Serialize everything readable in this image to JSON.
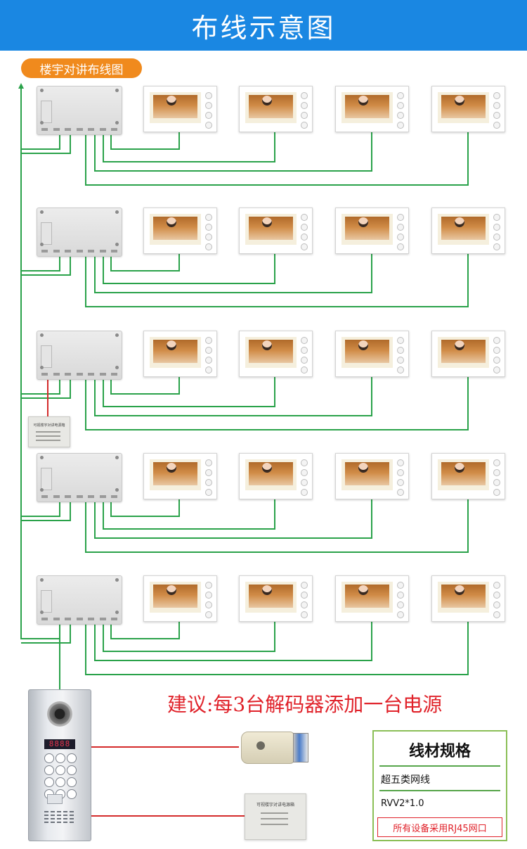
{
  "banner": {
    "title": "布线示意图"
  },
  "section_tag": {
    "label": "楼宇对讲布线图"
  },
  "psu_mid": {
    "title": "可视楼宇对讲电源箱"
  },
  "psu_bottom": {
    "title": "可视楼宇对讲电源箱"
  },
  "door_station": {
    "display": "8888"
  },
  "advice": {
    "text": "建议:每3台解码器添加一台电源"
  },
  "spec": {
    "title": "线材规格",
    "item1": "超五类网线",
    "item2": "RVV2*1.0",
    "footer": "所有设备采用RJ45网口"
  },
  "colors": {
    "banner": "#1a87e2",
    "tag": "#f08a1d",
    "wire_green": "#2aa24a",
    "wire_red": "#d42a2a",
    "spec_border": "#8bbf57"
  }
}
